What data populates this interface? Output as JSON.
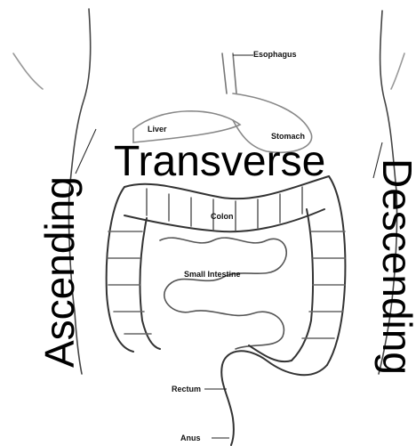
{
  "labels": {
    "esophagus": "Esophagus",
    "liver": "Liver",
    "stomach": "Stomach",
    "colon": "Colon",
    "small_intestine": "Small Intestine",
    "rectum": "Rectum",
    "anus": "Anus",
    "transverse": "Transverse",
    "ascending": "Ascending",
    "descending": "Descending"
  }
}
